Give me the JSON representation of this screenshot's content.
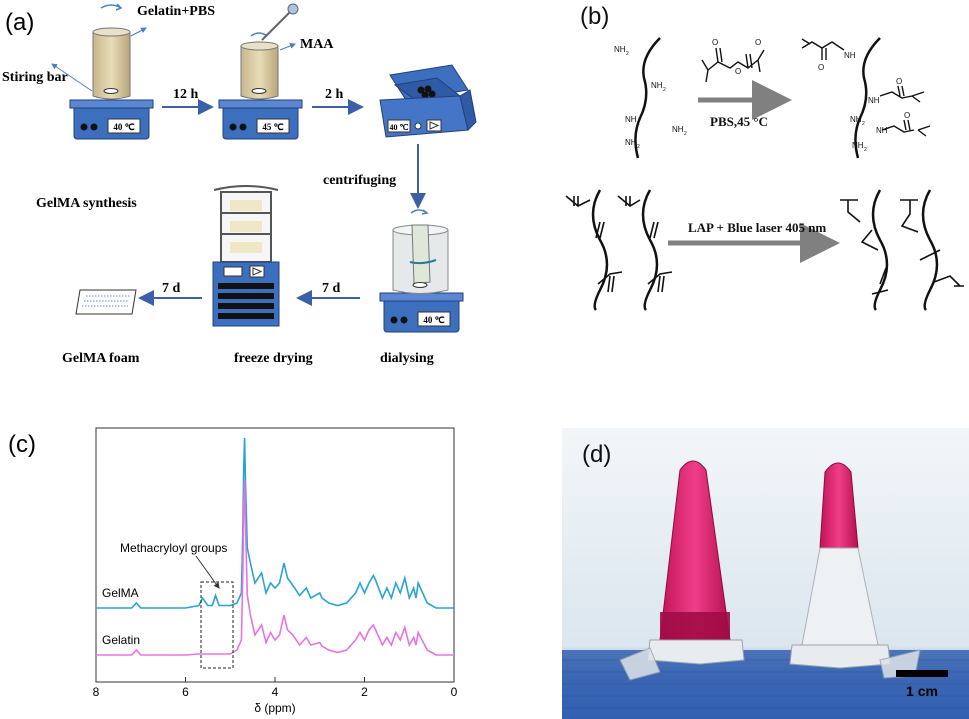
{
  "panels": {
    "a": {
      "label": "(a)",
      "texts": {
        "stiring_bar": "Stiring bar",
        "gelatin_pbs": "Gelatin+PBS",
        "maa": "MAA",
        "t12h": "12 h",
        "t2h": "2 h",
        "centrifuging": "centrifuging",
        "gelma_synthesis": "GelMA synthesis",
        "t7d_a": "7 d",
        "t7d_b": "7 d",
        "gelma_foam": "GelMA foam",
        "freeze_drying": "freeze drying",
        "dialysing": "dialysing",
        "temp1": "40 ℃",
        "temp2": "45 ℃",
        "temp3": "40 ℃",
        "temp4": "40 ℃"
      }
    },
    "b": {
      "label": "(b)",
      "texts": {
        "nh2": "NH",
        "nh": "NH",
        "o": "O",
        "pbs": "PBS,45 °C",
        "lap": "LAP + Blue laser 405 nm"
      }
    },
    "c": {
      "label": "(c)",
      "texts": {
        "methacryloyl": "Methacryloyl groups",
        "gelma": "GelMA",
        "gelatin": "Gelatin",
        "xlabel": "δ (ppm)"
      }
    },
    "d": {
      "label": "(d)",
      "texts": {
        "scale": "1 cm"
      }
    }
  },
  "chart_data": {
    "type": "line",
    "xlabel": "δ (ppm)",
    "xlim": [
      8,
      0
    ],
    "x_ticks": [
      "8",
      "6",
      "4",
      "2",
      "0"
    ],
    "series": [
      {
        "name": "GelMA",
        "color": "#29a3d6",
        "x": [
          8.0,
          7.2,
          7.1,
          7.0,
          6.6,
          6.0,
          5.7,
          5.62,
          5.5,
          5.4,
          5.33,
          5.25,
          5.0,
          4.85,
          4.75,
          4.72,
          4.7,
          4.68,
          4.66,
          4.62,
          4.55,
          4.45,
          4.3,
          4.2,
          4.1,
          4.0,
          3.9,
          3.8,
          3.72,
          3.6,
          3.45,
          3.3,
          3.2,
          3.0,
          2.95,
          2.8,
          2.6,
          2.4,
          2.2,
          2.1,
          2.0,
          1.9,
          1.8,
          1.75,
          1.6,
          1.5,
          1.4,
          1.3,
          1.2,
          1.1,
          1.0,
          0.9,
          0.85,
          0.8,
          0.6,
          0.4,
          0.0
        ],
        "y": [
          0.0,
          0.0,
          0.1,
          0.0,
          0.0,
          0.0,
          0.05,
          0.2,
          0.05,
          0.05,
          0.25,
          0.05,
          0.05,
          0.1,
          0.3,
          1.5,
          2.8,
          3.4,
          2.5,
          1.2,
          0.9,
          0.5,
          0.7,
          0.3,
          0.5,
          0.4,
          0.5,
          0.9,
          0.6,
          0.45,
          0.25,
          0.4,
          0.2,
          0.3,
          0.2,
          0.1,
          0.05,
          0.1,
          0.3,
          0.5,
          0.3,
          0.5,
          0.65,
          0.55,
          0.2,
          0.4,
          0.2,
          0.5,
          0.3,
          0.6,
          0.2,
          0.4,
          0.2,
          0.5,
          0.1,
          0.0,
          0.0
        ]
      },
      {
        "name": "Gelatin",
        "color": "#e873e0",
        "x": [
          8.0,
          7.2,
          7.1,
          7.0,
          6.6,
          6.0,
          5.7,
          5.5,
          5.3,
          5.0,
          4.85,
          4.75,
          4.72,
          4.7,
          4.68,
          4.66,
          4.62,
          4.55,
          4.45,
          4.3,
          4.2,
          4.1,
          4.0,
          3.9,
          3.8,
          3.72,
          3.6,
          3.45,
          3.3,
          3.2,
          3.0,
          2.95,
          2.8,
          2.6,
          2.4,
          2.2,
          2.1,
          2.0,
          1.9,
          1.8,
          1.75,
          1.6,
          1.5,
          1.4,
          1.3,
          1.2,
          1.1,
          1.0,
          0.9,
          0.85,
          0.8,
          0.6,
          0.4,
          0.0
        ],
        "y": [
          0.0,
          0.0,
          0.1,
          0.0,
          0.0,
          0.0,
          0.02,
          0.02,
          0.02,
          0.02,
          0.1,
          0.3,
          1.6,
          2.9,
          3.5,
          2.6,
          1.2,
          0.8,
          0.4,
          0.6,
          0.25,
          0.45,
          0.3,
          0.4,
          0.8,
          0.5,
          0.4,
          0.2,
          0.35,
          0.2,
          0.25,
          0.18,
          0.1,
          0.05,
          0.1,
          0.3,
          0.45,
          0.3,
          0.5,
          0.6,
          0.5,
          0.2,
          0.35,
          0.2,
          0.45,
          0.3,
          0.55,
          0.2,
          0.35,
          0.2,
          0.45,
          0.1,
          0.0,
          0.0
        ]
      }
    ],
    "annotations": [
      "Methacryloyl groups"
    ]
  }
}
